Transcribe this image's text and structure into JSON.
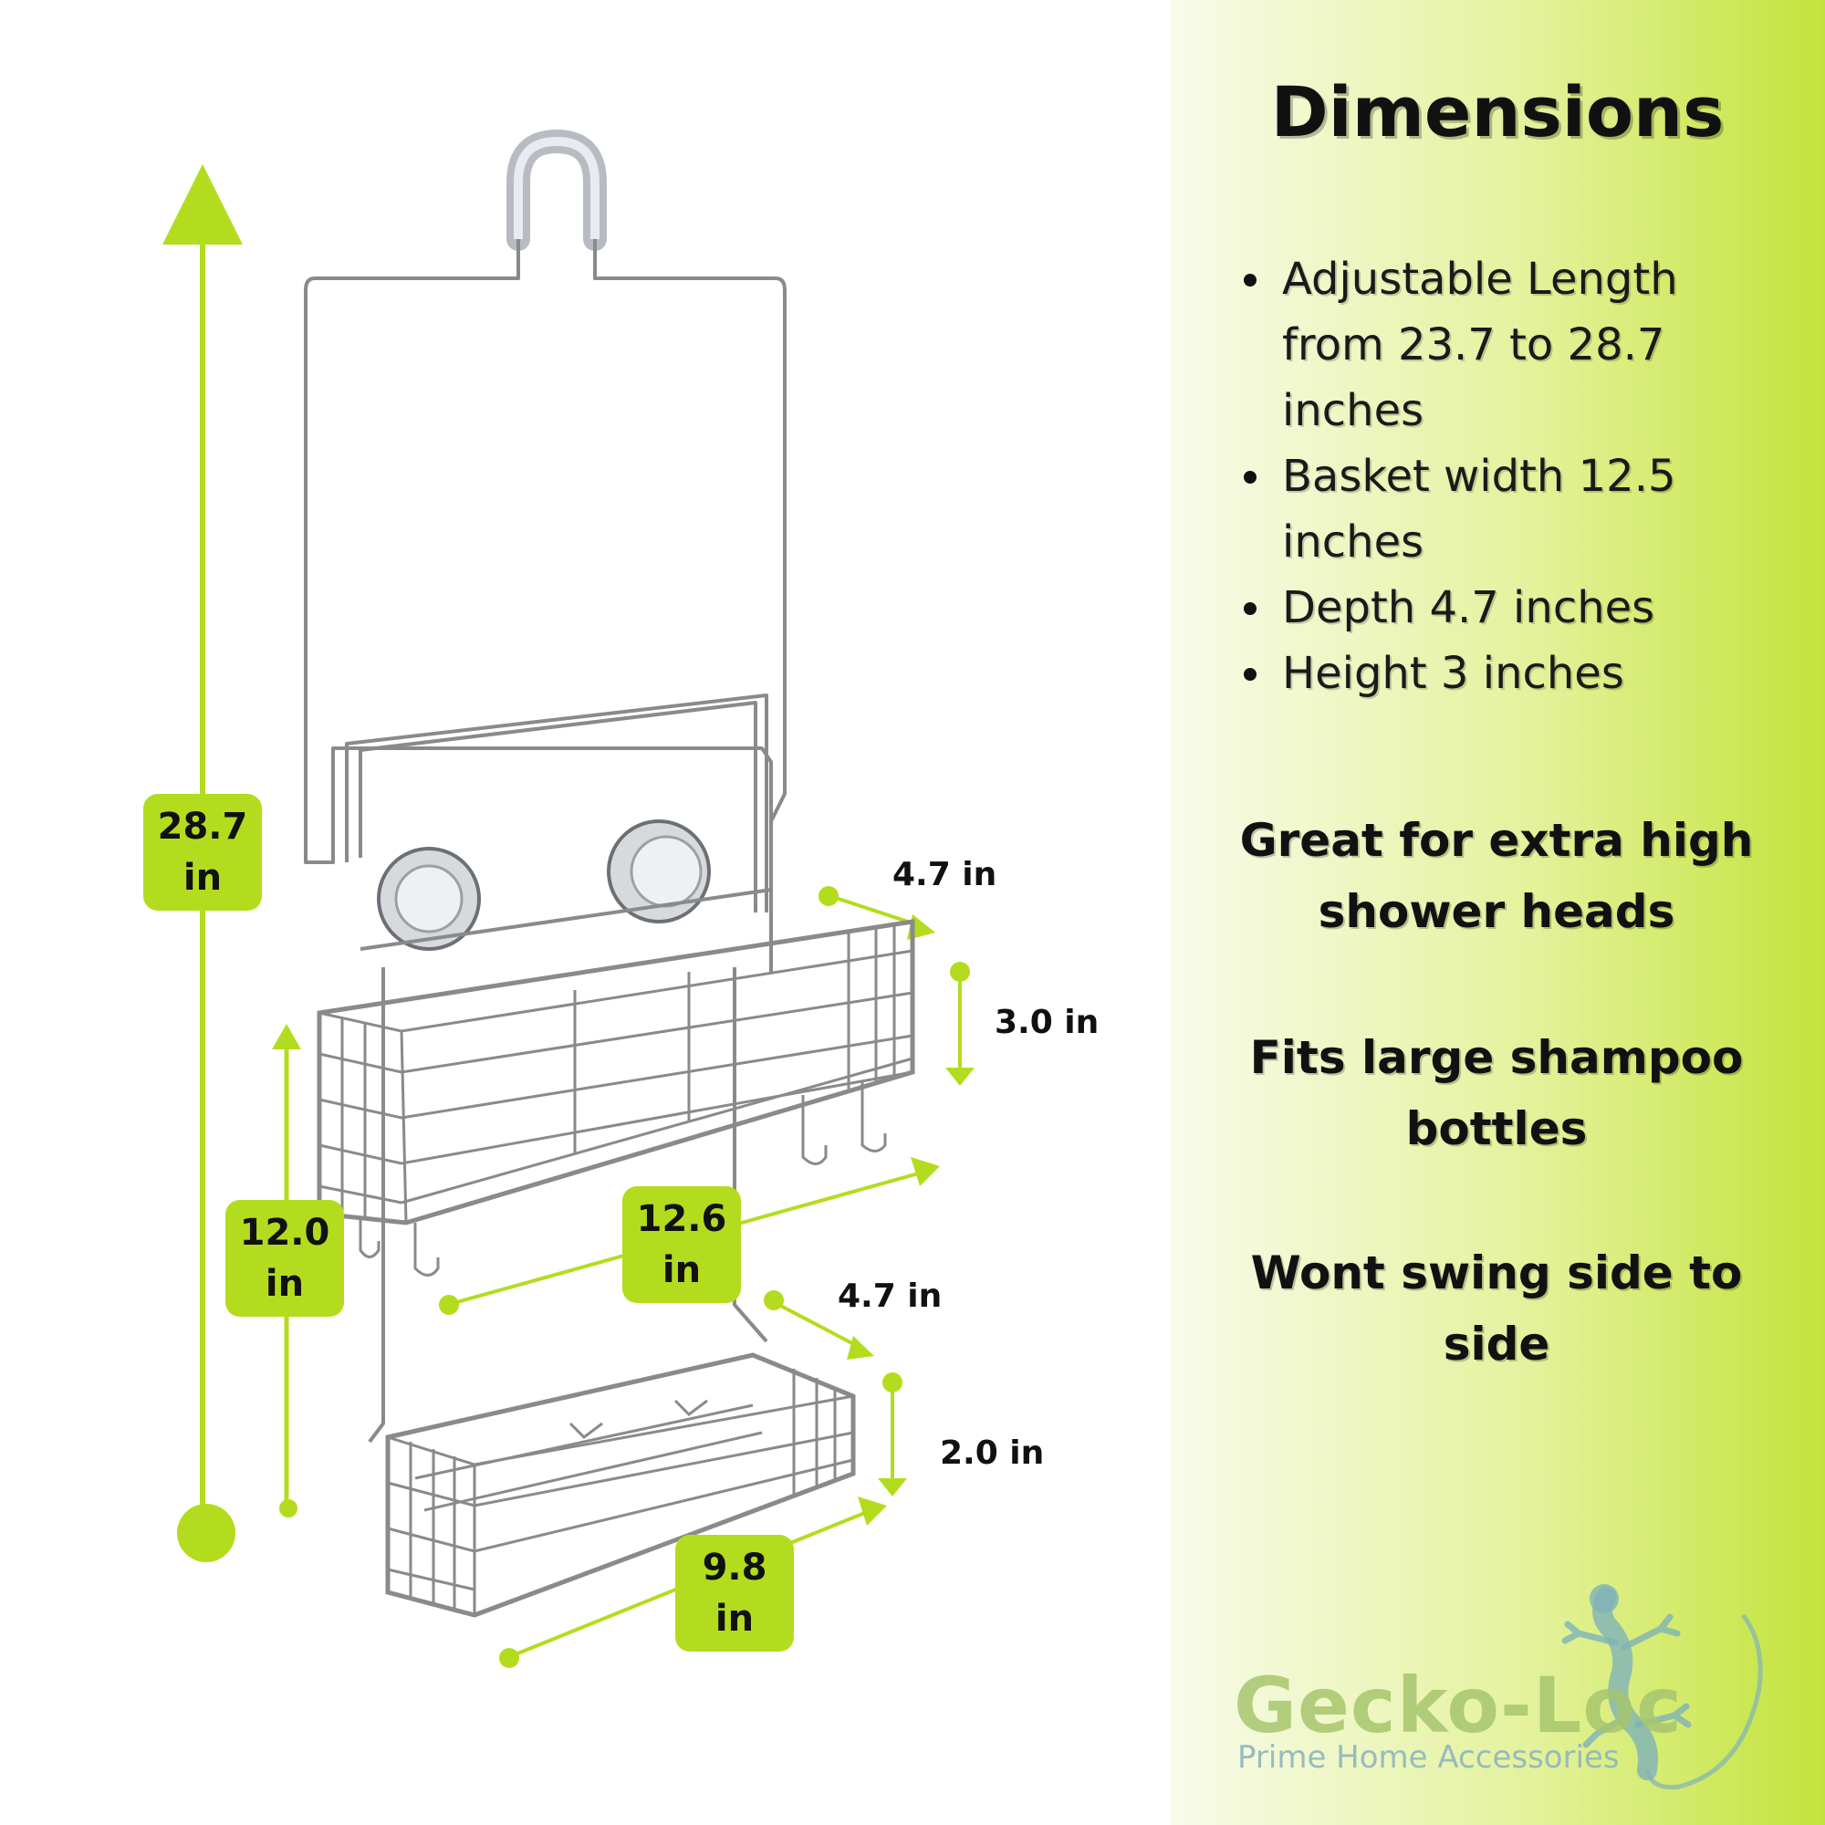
{
  "dimensions_panel": {
    "title": "Dimensions",
    "bullets": [
      [
        "Adjustable Length",
        "from 23.7 to 28.7",
        "inches"
      ],
      [
        "Basket width 12.5",
        "inches"
      ],
      [
        "Depth 4.7 inches"
      ],
      [
        "Height 3 inches"
      ]
    ],
    "features": [
      [
        "Great for extra high",
        "shower heads"
      ],
      [
        "Fits large shampoo",
        "bottles"
      ],
      [
        "Wont swing side to",
        "side"
      ]
    ]
  },
  "measurements": {
    "total_height": [
      "28.7",
      "in"
    ],
    "lower_height": [
      "12.0",
      "in"
    ],
    "top_basket_width": [
      "12.6",
      "in"
    ],
    "bottom_basket_width": [
      "9.8",
      "in"
    ],
    "top_basket_depth": "4.7 in",
    "bottom_basket_depth": "4.7 in",
    "top_basket_height": "3.0 in",
    "bottom_basket_height": "2.0 in"
  },
  "brand": {
    "name": "Gecko-Loc",
    "tagline": "Prime Home Accessories"
  },
  "colors": {
    "accent": "#b4dc1e",
    "panel_gradient_end": "#c3e33b",
    "wire": "#7a7a7a"
  }
}
